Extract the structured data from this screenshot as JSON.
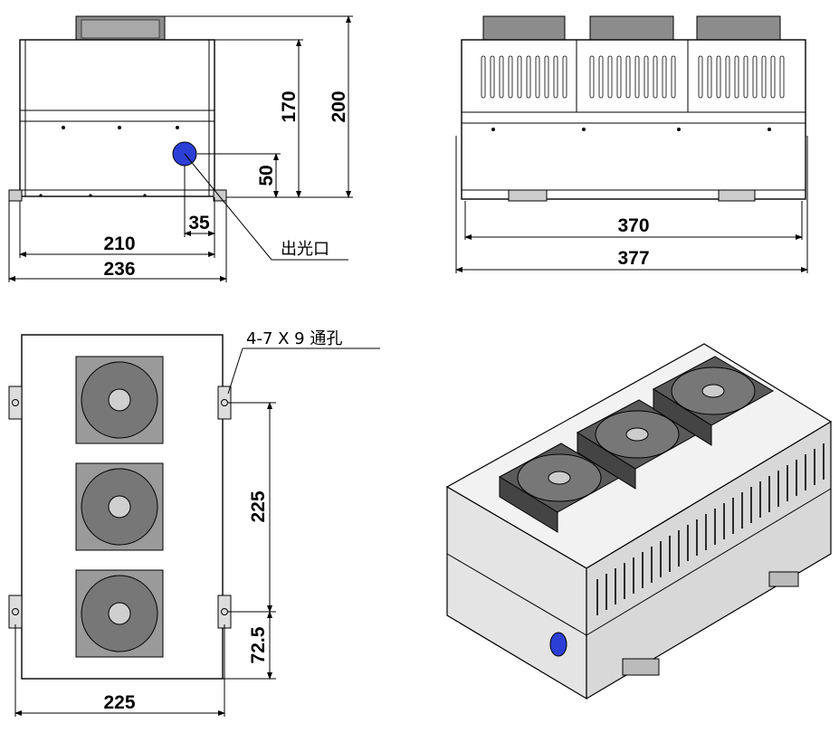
{
  "front_view": {
    "dim_height_inner": "170",
    "dim_height_total": "200",
    "dim_port_height": "50",
    "dim_port_offset": "35",
    "dim_width_inner": "210",
    "dim_width_total": "236",
    "port_label": "出光口"
  },
  "side_view": {
    "dim_width_inner": "370",
    "dim_width_total": "377"
  },
  "top_view": {
    "hole_note": "4-7 X 9 通孔",
    "dim_hole_spacing": "225",
    "dim_hole_offset": "72.5",
    "dim_width": "225"
  },
  "colors": {
    "port": "#2b3fd6",
    "fan": "#8f8f8f",
    "line": "#000000"
  }
}
